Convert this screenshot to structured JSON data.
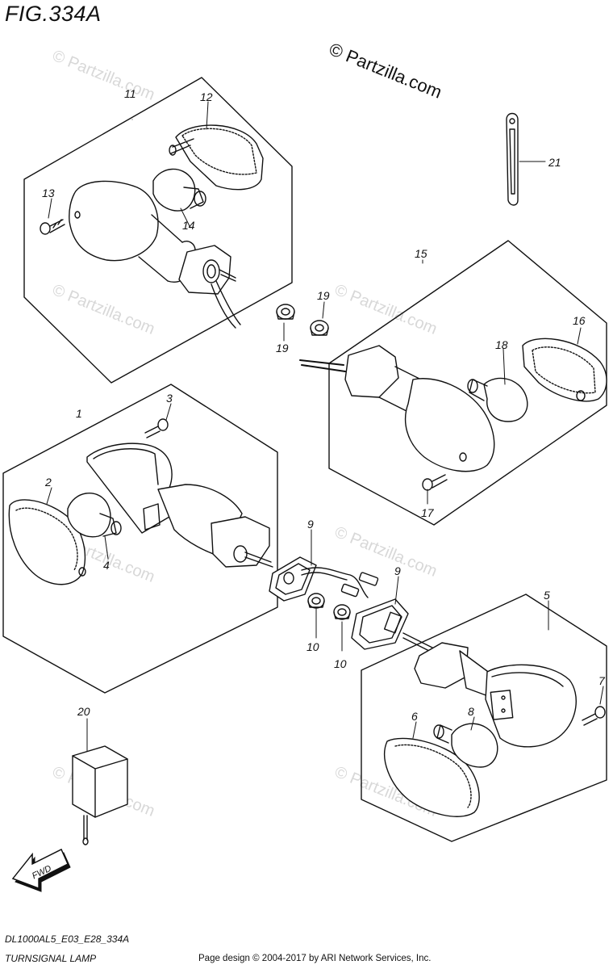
{
  "figure": {
    "title": "FIG.334A"
  },
  "copyright": "© Partzilla.com",
  "watermark": "© Partzilla.com",
  "fwd_label": "FWD",
  "footer": {
    "model_code": "DL1000AL5_E03_E28_334A",
    "caption": "TURNSIGNAL LAMP",
    "credit": "Page design © 2004-2017 by ARI Network Services, Inc."
  },
  "callouts": {
    "c1": "1",
    "c2": "2",
    "c3": "3",
    "c4": "4",
    "c5": "5",
    "c6": "6",
    "c7": "7",
    "c8": "8",
    "c9a": "9",
    "c9b": "9",
    "c10a": "10",
    "c10b": "10",
    "c11": "11",
    "c12": "12",
    "c13": "13",
    "c14": "14",
    "c15": "15",
    "c16": "16",
    "c17": "17",
    "c18": "18",
    "c19a": "19",
    "c19b": "19",
    "c20": "20",
    "c21": "21"
  }
}
